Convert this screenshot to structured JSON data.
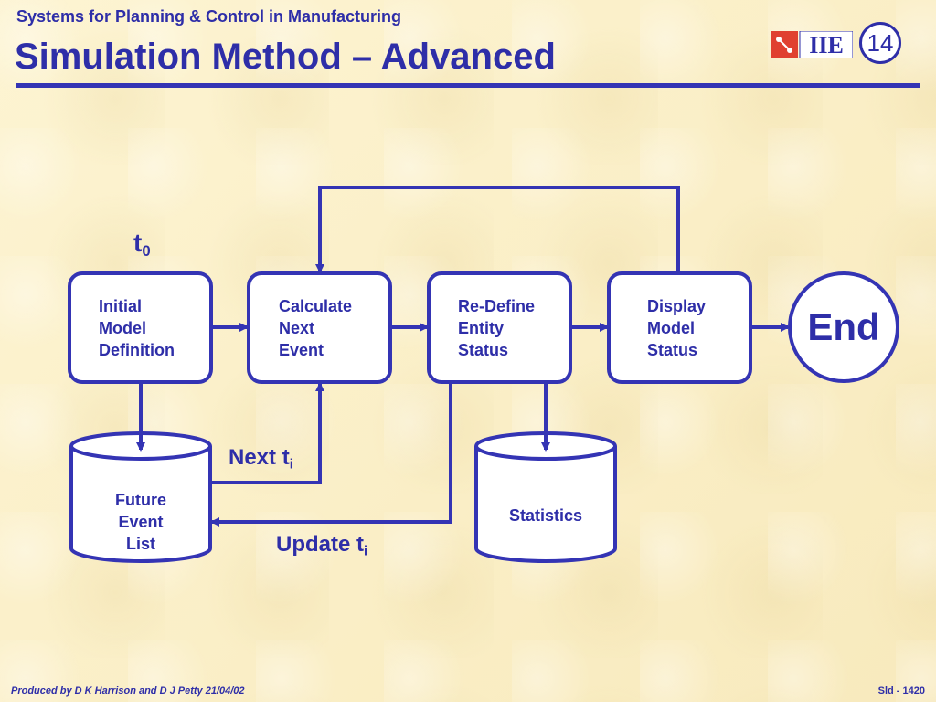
{
  "header": {
    "subtitle": "Systems for Planning & Control in Manufacturing",
    "title": "Simulation Method – Advanced",
    "slide_number": "14",
    "logo_text": "IIE"
  },
  "diagram": {
    "start_label": "t",
    "start_sub": "0",
    "boxes": {
      "initial": [
        "Initial",
        "Model",
        "Definition"
      ],
      "calculate": [
        "Calculate",
        "Next",
        "Event"
      ],
      "redefine": [
        "Re-Define",
        "Entity",
        "Status"
      ],
      "display": [
        "Display",
        "Model",
        "Status"
      ]
    },
    "end_label": "End",
    "stores": {
      "future_event_list": [
        "Future",
        "Event",
        "List"
      ],
      "statistics": "Statistics"
    },
    "flows": {
      "next_main": "Next t",
      "next_sub": "i",
      "update_main": "Update t",
      "update_sub": "i"
    }
  },
  "footer": {
    "left": "Produced by D K Harrison and D J Petty 21/04/02",
    "right": "Sld - 1420"
  },
  "colors": {
    "primary": "#2e2ea8",
    "background": "#fbf0c8"
  }
}
